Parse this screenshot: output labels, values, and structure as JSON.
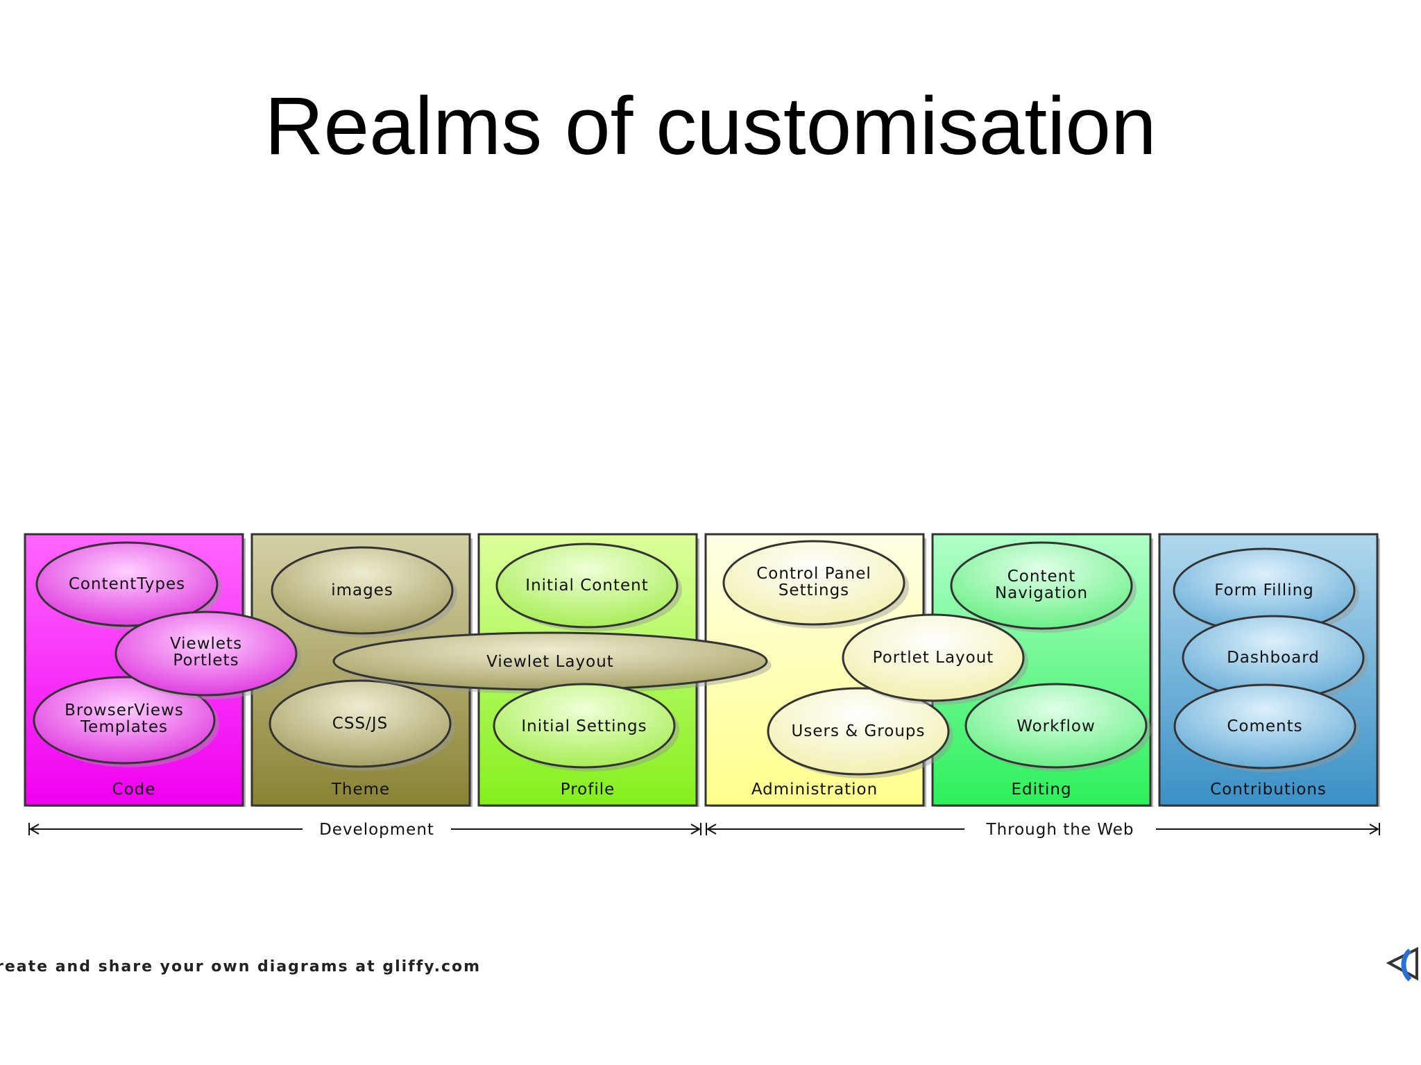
{
  "slide": {
    "title": "Realms of customisation"
  },
  "columns": [
    {
      "label": "Code",
      "color_top": "#ff55ff",
      "color_bottom": "#f000f0"
    },
    {
      "label": "Theme",
      "color_top": "#cfcca0",
      "color_bottom": "#8a8233"
    },
    {
      "label": "Profile",
      "color_top": "#d8ff90",
      "color_bottom": "#86f020"
    },
    {
      "label": "Administration",
      "color_top": "#ffffe0",
      "color_bottom": "#ffff90"
    },
    {
      "label": "Editing",
      "color_top": "#a8ffc0",
      "color_bottom": "#2ef05a"
    },
    {
      "label": "Contributions",
      "color_top": "#a8d0e8",
      "color_bottom": "#3c93c8"
    }
  ],
  "ovals": {
    "content_types": "ContentTypes",
    "viewlets_portlets": [
      "Viewlets",
      "Portlets"
    ],
    "browserviews_templates": [
      "BrowserViews",
      "Templates"
    ],
    "images": "images",
    "viewlet_layout": "Viewlet Layout",
    "css_js": "CSS/JS",
    "initial_content": "Initial Content",
    "initial_settings": "Initial Settings",
    "control_panel_settings": [
      "Control Panel",
      "Settings"
    ],
    "portlet_layout": "Portlet Layout",
    "users_groups": "Users & Groups",
    "content_navigation": [
      "Content",
      "Navigation"
    ],
    "workflow": "Workflow",
    "form_filling": "Form Filling",
    "dashboard": "Dashboard",
    "coments": "Coments"
  },
  "spans": {
    "development": "Development",
    "through_the_web": "Through the Web"
  },
  "footer": {
    "text": "reate and share your own diagrams at gliffy.com"
  }
}
